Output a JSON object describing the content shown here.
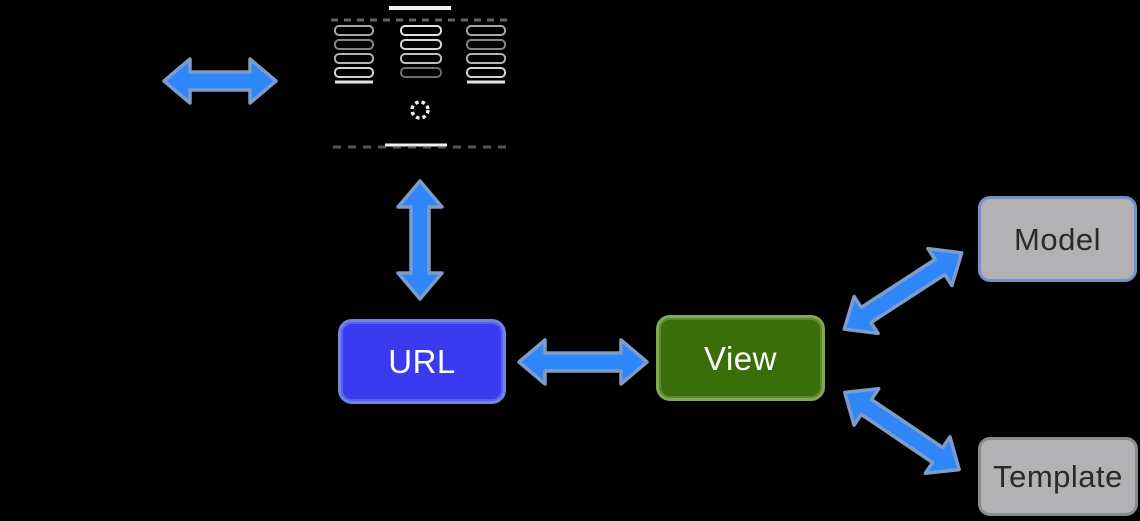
{
  "diagram": {
    "type": "architecture-flow",
    "background": "#000000",
    "nodes": {
      "url": {
        "label": "URL",
        "fill": "#3a3af0",
        "border": "#6f85e0",
        "text_color": "#ffffff"
      },
      "view": {
        "label": "View",
        "fill": "#3a6e08",
        "border": "#7fa954",
        "text_color": "#ffffff"
      },
      "model": {
        "label": "Model",
        "fill": "#b2b2b4",
        "border": "#7292cc",
        "text_color": "#2a2a2a"
      },
      "template": {
        "label": "Template",
        "fill": "#b2b2b4",
        "border": "#8b8b8d",
        "text_color": "#2a2a2a"
      }
    },
    "icons": [
      {
        "name": "server-icon",
        "description": "server rack drawn black with white highlight lines and a gear"
      }
    ],
    "arrows": [
      {
        "name": "client-server-arrow",
        "style": "double-headed",
        "direction": "horizontal"
      },
      {
        "name": "server-url-arrow",
        "style": "double-headed",
        "direction": "vertical"
      },
      {
        "name": "url-view-arrow",
        "style": "double-headed",
        "direction": "horizontal"
      },
      {
        "name": "view-model-arrow",
        "style": "double-headed",
        "direction": "diagonal-up"
      },
      {
        "name": "view-template-arrow",
        "style": "double-headed",
        "direction": "diagonal-down"
      }
    ],
    "colors": {
      "background": "#000000",
      "arrow_fill": "#2e86f8",
      "arrow_stroke": "#7f9bc9"
    }
  }
}
